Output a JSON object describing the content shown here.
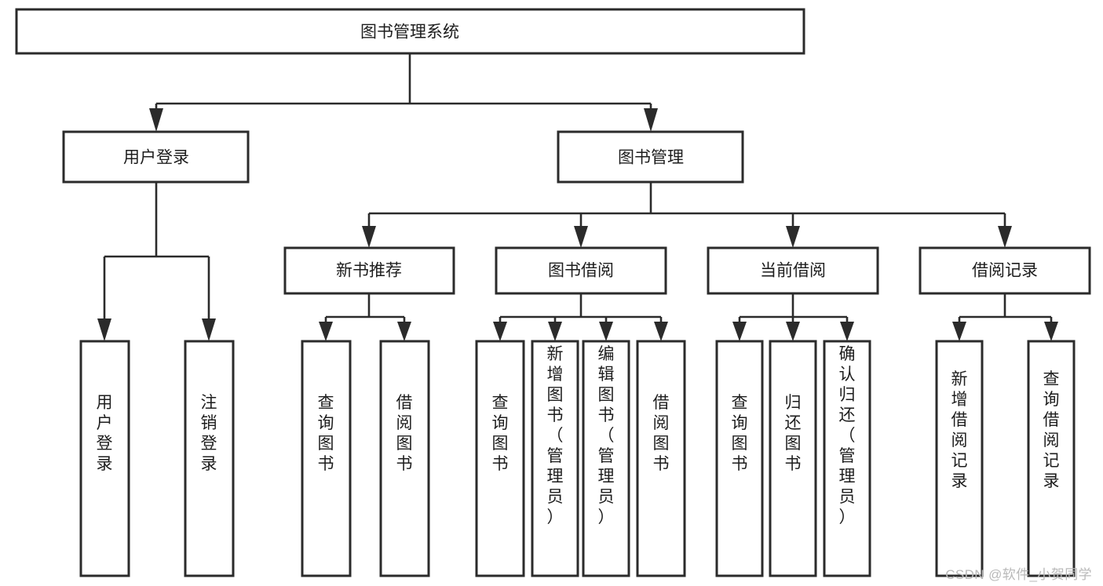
{
  "diagram": {
    "type": "tree-hierarchy",
    "title": "图书管理系统",
    "orientation": "top-down",
    "colors": {
      "box_stroke": "#2b2b2b",
      "box_fill": "#ffffff",
      "edge": "#2b2b2b",
      "text": "#1d1d1d",
      "background": "#ffffff",
      "watermark": "#b9b9b9"
    },
    "levels": {
      "root": {
        "label": "图书管理系统",
        "orientation": "horizontal"
      },
      "level1": [
        {
          "label": "用户登录",
          "orientation": "horizontal"
        },
        {
          "label": "图书管理",
          "orientation": "horizontal"
        }
      ],
      "level2": [
        {
          "label": "新书推荐",
          "orientation": "horizontal",
          "parent": "图书管理"
        },
        {
          "label": "图书借阅",
          "orientation": "horizontal",
          "parent": "图书管理"
        },
        {
          "label": "当前借阅",
          "orientation": "horizontal",
          "parent": "图书管理"
        },
        {
          "label": "借阅记录",
          "orientation": "horizontal",
          "parent": "图书管理"
        }
      ],
      "leaves": [
        {
          "label": "用户登录",
          "orientation": "vertical",
          "parent": "用户登录"
        },
        {
          "label": "注销登录",
          "orientation": "vertical",
          "parent": "用户登录"
        },
        {
          "label": "查询图书",
          "orientation": "vertical",
          "parent": "新书推荐"
        },
        {
          "label": "借阅图书",
          "orientation": "vertical",
          "parent": "新书推荐"
        },
        {
          "label": "查询图书",
          "orientation": "vertical",
          "parent": "图书借阅"
        },
        {
          "label": "新增图书（管理员）",
          "orientation": "vertical",
          "parent": "图书借阅"
        },
        {
          "label": "编辑图书（管理员）",
          "orientation": "vertical",
          "parent": "图书借阅"
        },
        {
          "label": "借阅图书",
          "orientation": "vertical",
          "parent": "图书借阅"
        },
        {
          "label": "查询图书",
          "orientation": "vertical",
          "parent": "当前借阅"
        },
        {
          "label": "归还图书",
          "orientation": "vertical",
          "parent": "当前借阅"
        },
        {
          "label": "确认归还（管理员）",
          "orientation": "vertical",
          "parent": "当前借阅"
        },
        {
          "label": "新增借阅记录",
          "orientation": "vertical",
          "parent": "借阅记录"
        },
        {
          "label": "查询借阅记录",
          "orientation": "vertical",
          "parent": "借阅记录"
        }
      ]
    }
  },
  "watermark": {
    "text": "CSDN @软件_小贺同学"
  }
}
